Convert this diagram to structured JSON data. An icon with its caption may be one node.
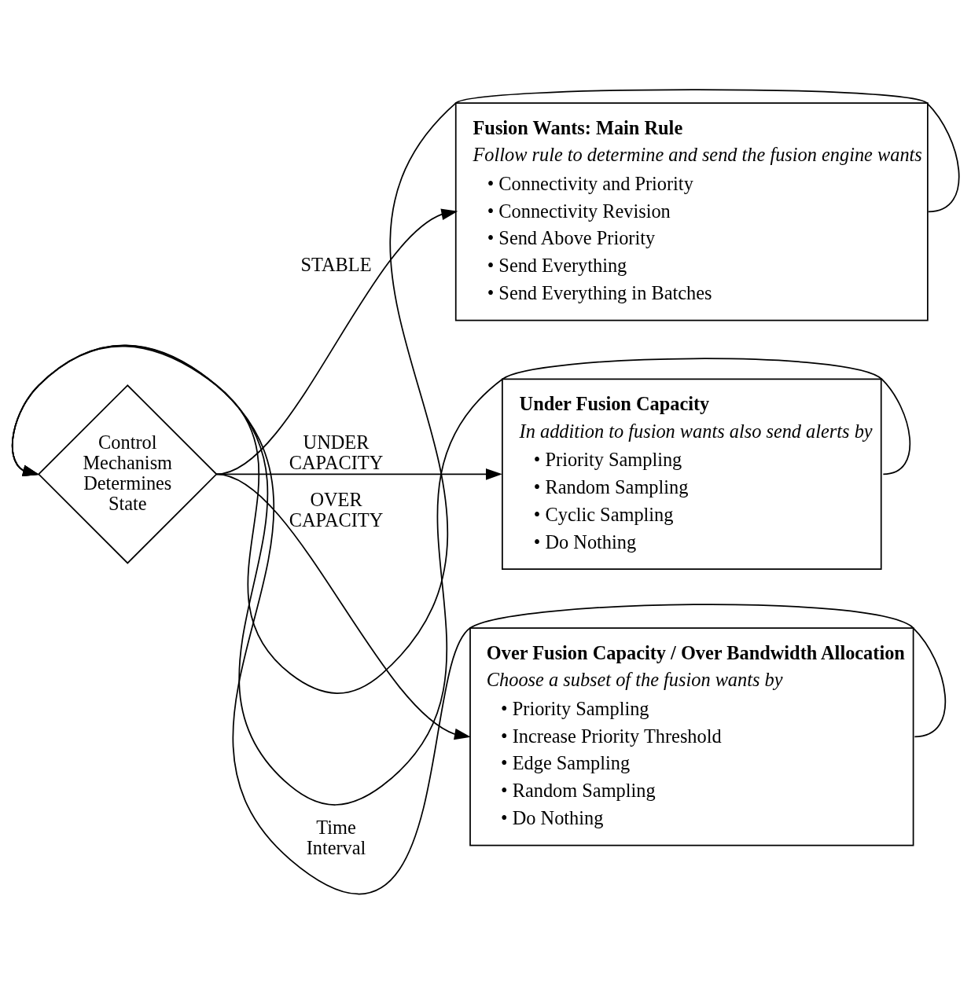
{
  "diagram": {
    "nodes": [
      {
        "text": [
          "Control Mechanism Determines State"
        ]
      },
      {
        "text": [
          "Fusion Wants: Main Rule",
          "Follow rule to determine and send the fusion engine wants",
          "• Connectivity and Priority",
          "• Connectivity Revision",
          "• Send Above Priority",
          "• Send Everything",
          "• Send Everything in Batches"
        ]
      },
      {
        "text": [
          "Under Fusion Capacity",
          "In addition to fusion wants also send alerts by",
          "• Priority Sampling",
          "• Random Sampling",
          "• Cyclic Sampling",
          "• Do Nothing"
        ]
      },
      {
        "text": [
          "Over Fusion Capacity / Over Bandwidth Allocation",
          "Choose a subset of the fusion wants by",
          "• Priority Sampling",
          "• Increase Priority Threshold",
          "• Edge Sampling",
          "• Random Sampling",
          "• Do Nothing"
        ]
      }
    ],
    "edges": [
      {
        "from": 0,
        "to": 1,
        "arrow": "to",
        "label": "STABLE"
      },
      {
        "from": 0,
        "to": 2,
        "arrow": "to",
        "label": "UNDER CAPACITY"
      },
      {
        "from": 0,
        "to": 3,
        "arrow": "to",
        "label": "OVER CAPACITY"
      },
      {
        "from": 1,
        "to": 0,
        "arrow": "to"
      },
      {
        "from": 2,
        "to": 0,
        "arrow": "to"
      },
      {
        "from": 3,
        "to": 0,
        "arrow": "to",
        "label": "Time Interval"
      }
    ]
  }
}
